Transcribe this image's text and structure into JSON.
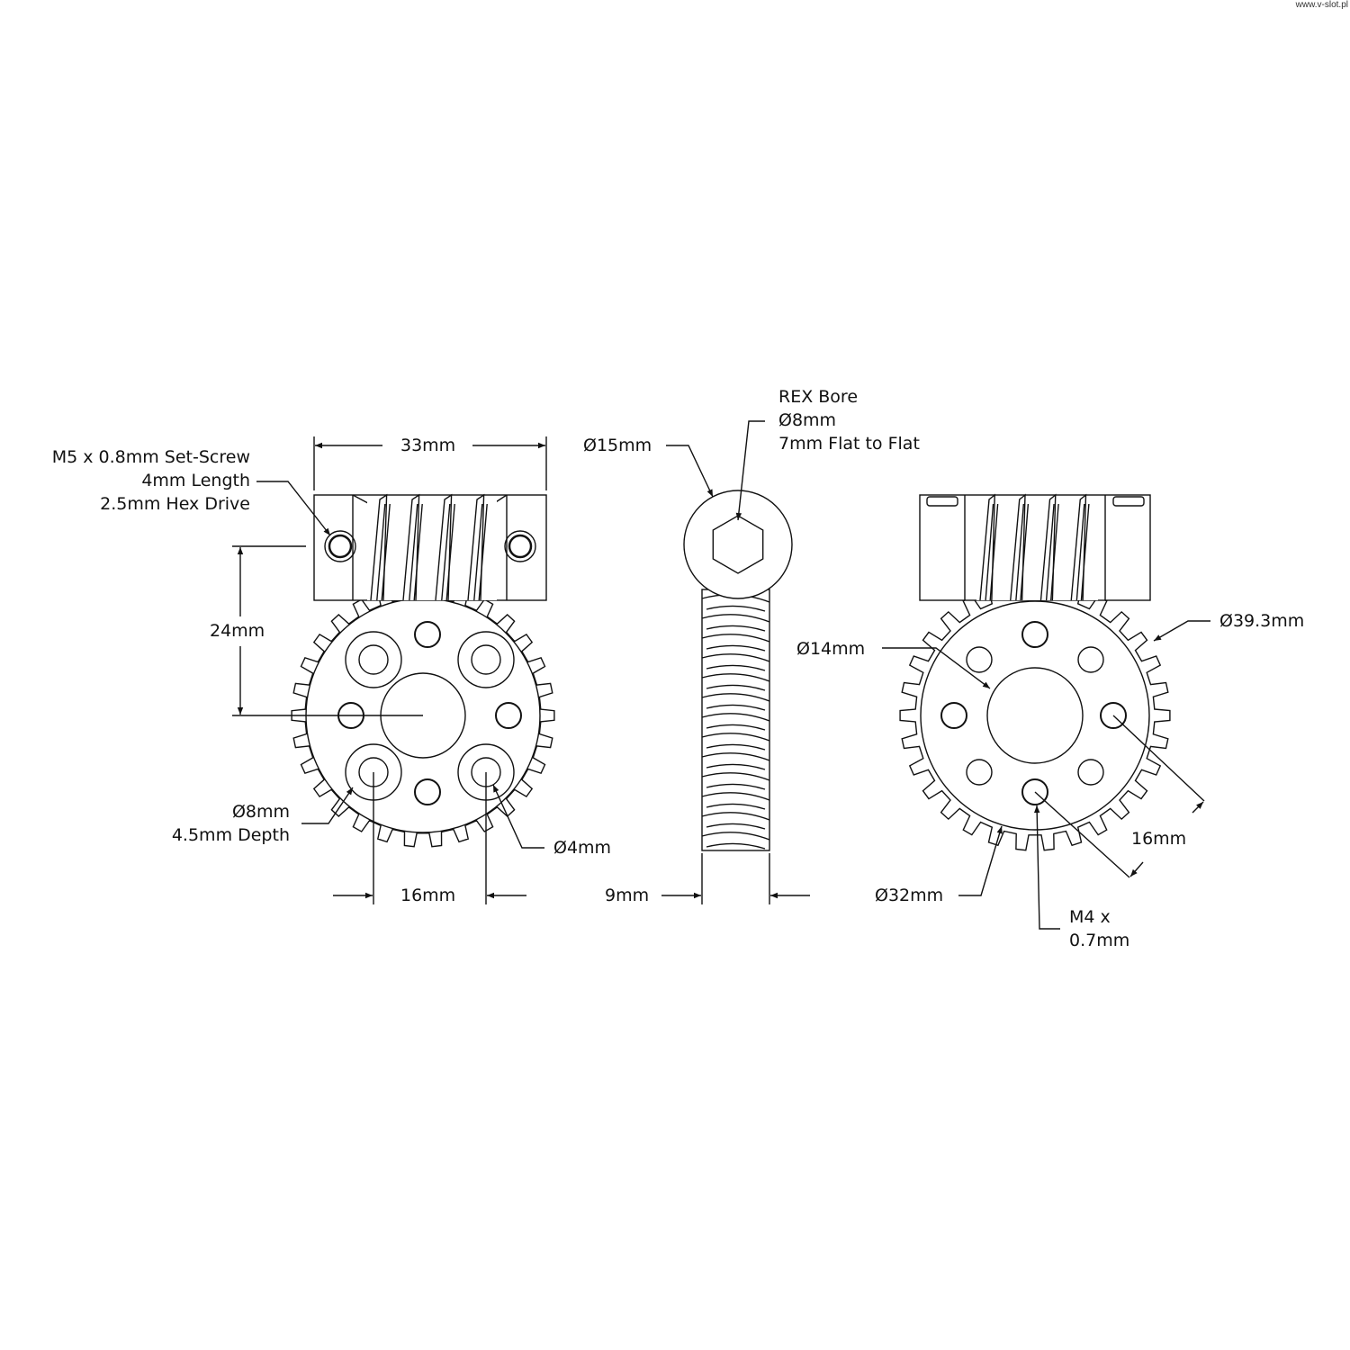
{
  "watermark": "www.v-slot.pl",
  "colors": {
    "line": "#111111",
    "background": "#ffffff"
  },
  "gear": {
    "teeth": 30
  },
  "labels": {
    "set_screw": [
      "M5 x 0.8mm Set-Screw",
      "4mm Length",
      "2.5mm Hex Drive"
    ],
    "width_33": "33mm",
    "height_24": "24mm",
    "counterbore": [
      "Ø8mm",
      "4.5mm Depth"
    ],
    "hole_4": "Ø4mm",
    "spacing_16_left": "16mm",
    "hub_15": "Ø15mm",
    "rex_bore": [
      "REX Bore",
      "Ø8mm",
      "7mm Flat to Flat"
    ],
    "thickness_9": "9mm",
    "bore_14": "Ø14mm",
    "outer_39": "Ø39.3mm",
    "spacing_16_right": "16mm",
    "face_32": "Ø32mm",
    "tap_m4": [
      "M4 x",
      "0.7mm"
    ]
  }
}
